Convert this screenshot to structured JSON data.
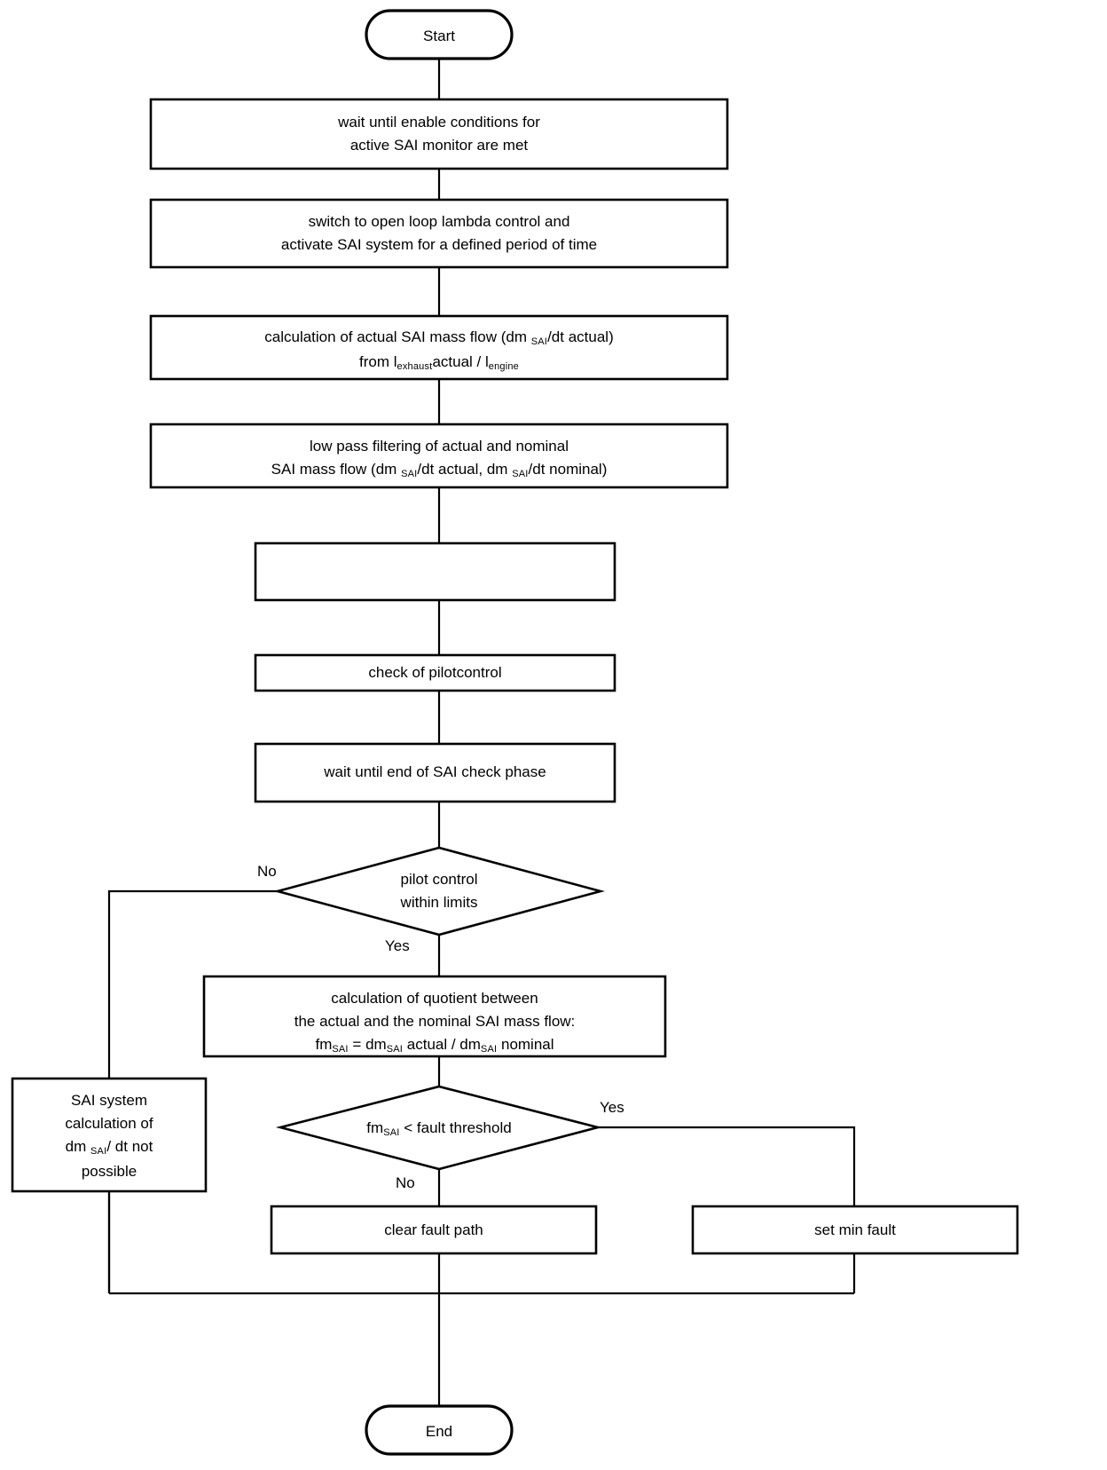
{
  "diagram": {
    "title": "SAI active monitor flowchart",
    "type": "flowchart",
    "background_color": "#ffffff",
    "line_color": "#000000"
  },
  "nodes": {
    "start": {
      "label": "Start",
      "shape": "terminator"
    },
    "wait_enable": {
      "line1": "wait until enable conditions for",
      "line2": "active SAI monitor are met",
      "shape": "process"
    },
    "switch_open_loop": {
      "line1": "switch to open loop lambda control and",
      "line2": "activate SAI system for a defined period of time",
      "shape": "process"
    },
    "calc_mass_flow": {
      "line1_a": "calculation of actual SAI mass flow (dm ",
      "line1_sub": "SAI",
      "line1_b": "/dt actual)",
      "line2_a": "from l",
      "line2_sub1": "exhaust",
      "line2_b": "actual / l",
      "line2_sub2": "engine",
      "shape": "process"
    },
    "low_pass": {
      "line1": "low pass filtering of actual and nominal",
      "line2_a": "SAI mass flow (dm ",
      "line2_sub1": "SAI",
      "line2_b": "/dt actual, dm ",
      "line2_sub2": "SAI",
      "line2_c": "/dt nominal)",
      "shape": "process"
    },
    "empty_box": {
      "label": "",
      "shape": "process"
    },
    "check_pilotcontrol": {
      "label": "check of pilotcontrol",
      "shape": "process"
    },
    "wait_end_phase": {
      "label": "wait until end of SAI check phase",
      "shape": "process"
    },
    "decision_pilot": {
      "line1": "pilot control",
      "line2": "within limits",
      "shape": "decision"
    },
    "calc_quotient": {
      "line1": "calculation of quotient between",
      "line2": "the actual and the nominal SAI mass flow:",
      "line3_a": "fm",
      "line3_sub1": "SAI",
      "line3_b": " = dm",
      "line3_sub2": "SAI",
      "line3_c": " actual / dm",
      "line3_sub3": "SAI",
      "line3_d": " nominal",
      "shape": "process"
    },
    "sai_not_possible": {
      "line1": "SAI system",
      "line2": "calculation of",
      "line3_a": "dm ",
      "line3_sub": "SAI",
      "line3_b": "/ dt not",
      "line4": "possible",
      "shape": "process"
    },
    "decision_threshold": {
      "label_a": "fm",
      "label_sub": "SAI",
      "label_b": " < fault threshold",
      "shape": "decision"
    },
    "clear_fault_path": {
      "label": "clear fault path",
      "shape": "process"
    },
    "set_min_fault": {
      "label": "set min fault",
      "shape": "process"
    },
    "end": {
      "label": "End",
      "shape": "terminator"
    }
  },
  "edge_labels": {
    "pilot_no": "No",
    "pilot_yes": "Yes",
    "threshold_yes": "Yes",
    "threshold_no": "No"
  }
}
